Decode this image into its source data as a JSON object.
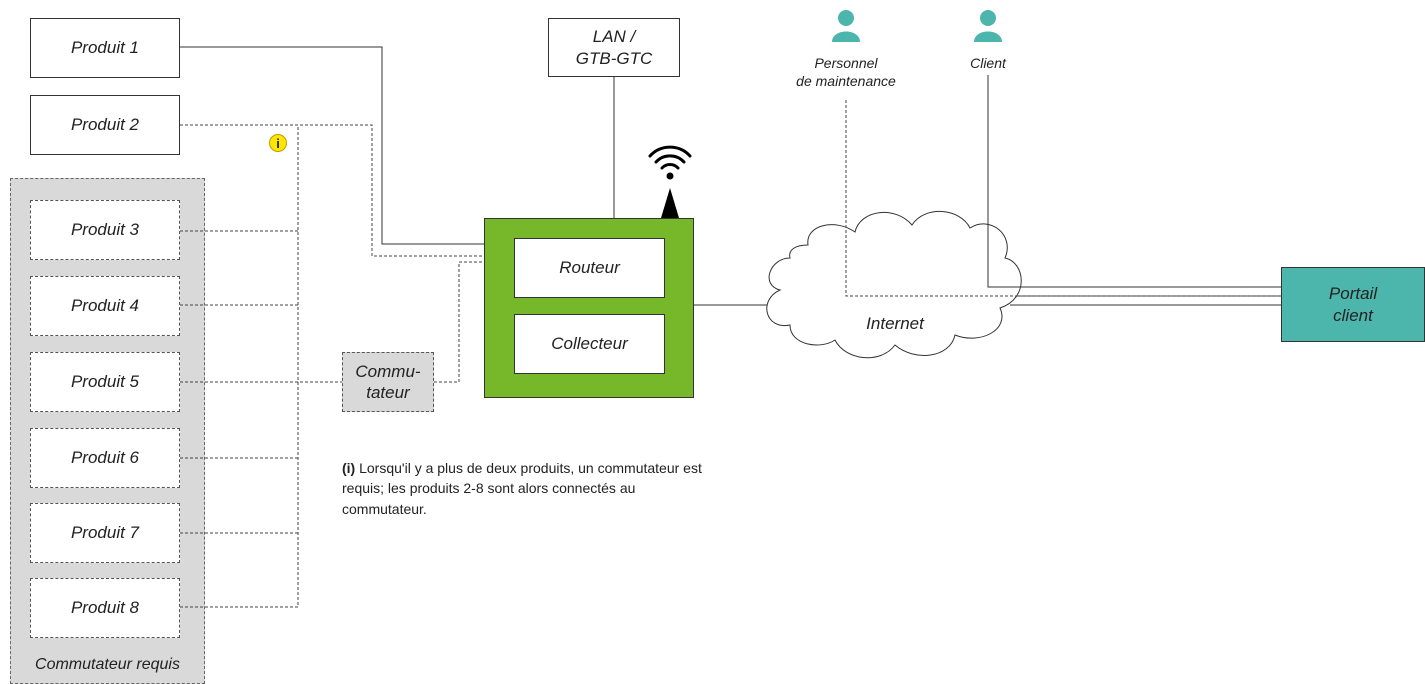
{
  "products": [
    {
      "label": "Produit 1"
    },
    {
      "label": "Produit 2"
    },
    {
      "label": "Produit 3"
    },
    {
      "label": "Produit 4"
    },
    {
      "label": "Produit 5"
    },
    {
      "label": "Produit 6"
    },
    {
      "label": "Produit 7"
    },
    {
      "label": "Produit 8"
    }
  ],
  "switch_group_label": "Commutateur requis",
  "switch_label": "Commu-\ntateur",
  "lan_label": "LAN /\nGTB-GTC",
  "router_label": "Routeur",
  "collector_label": "Collecteur",
  "internet_label": "Internet",
  "portal_label": "Portail\nclient",
  "maintenance_label": "Personnel\nde maintenance",
  "client_label": "Client",
  "info_marker": "i",
  "note": {
    "prefix": "(i)",
    "text": "Lorsqu'il y a plus de deux produits, un commutateur est requis; les produits 2-8 sont alors connectés au commutateur."
  },
  "colors": {
    "green": "#76b82a",
    "teal": "#4db6ac",
    "switch_gray": "#d9d9d9",
    "info_yellow": "#ffe600"
  },
  "icons": [
    "person-icon",
    "wifi-icon",
    "info-icon",
    "cloud-icon"
  ]
}
